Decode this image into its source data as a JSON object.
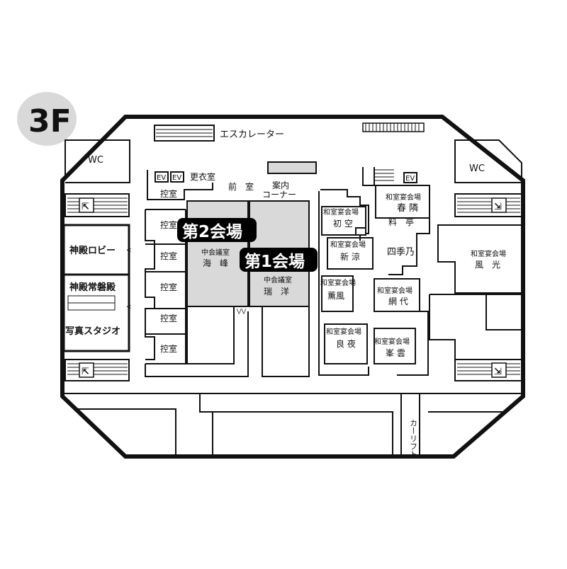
{
  "floor": {
    "label": "3F"
  },
  "colors": {
    "highlight": "#d9d9d9",
    "line": "#111111",
    "badge_bg": "#000000",
    "badge_text": "#ffffff",
    "floor_badge": "#d9d9d9"
  },
  "labels": {
    "escalator": "エスカレーター",
    "wc_left": "WC",
    "wc_right": "WC",
    "ev1": "EV",
    "ev2": "EV",
    "ev3": "EV",
    "changing_room": "更衣室",
    "waiting_1": "控室",
    "waiting_2": "控室",
    "waiting_3": "控室",
    "waiting_4": "控室",
    "waiting_5": "控室",
    "waiting_6": "控室",
    "anteroom": "前　室",
    "info_corner_1": "案内",
    "info_corner_2": "コーナー",
    "shrine_lobby": "神殿ロビー",
    "shrine_hall": "神殿常磐殿",
    "photo_studio": "写真スタジオ",
    "venue2_badge": "第2会場",
    "venue1_badge": "第1会場",
    "room_kaiho_type": "中会議室",
    "room_kaiho_name": "海　峰",
    "room_zuiyo_type": "中会議室",
    "room_zuiyo_name": "瑞　洋",
    "wa_hatsusora_type": "和室宴会場",
    "wa_hatsusora_name": "初 空",
    "wa_shinryo_type": "和室宴会場",
    "wa_shinryo_name": "新 涼",
    "wa_kunpu_type": "和室宴会場",
    "wa_kunpu_name": "薫風",
    "wa_ryoya_type": "和室宴会場",
    "wa_ryoya_name": "良 夜",
    "wa_shunrin_type": "和室宴会場",
    "wa_shunrin_name": "春 隣",
    "ryotei_1": "料　亭",
    "ryotei_2": "四季乃",
    "wa_amishiro_type": "和室宴会場",
    "wa_amishiro_name": "網 代",
    "wa_houun_type": "和室宴会場",
    "wa_houun_name": "峯 雲",
    "wa_fuko_type": "和室宴会場",
    "wa_fuko_name": "風　光",
    "car_lift": "カーリフト"
  }
}
